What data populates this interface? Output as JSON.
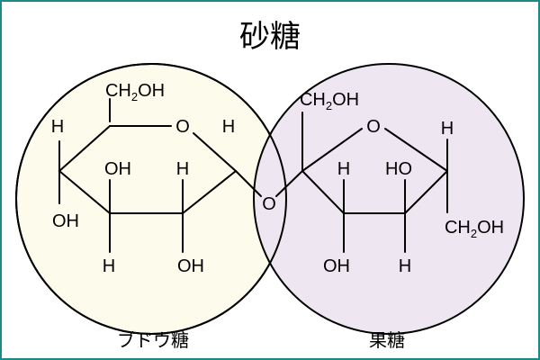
{
  "title": "砂糖",
  "glucose": {
    "name": "ブドウ糖",
    "fill": "#fdfbeb",
    "ch2oh": {
      "pre": "CH",
      "sub": "2",
      "post": "OH"
    },
    "ring_o": "O",
    "c1_h": "H",
    "c4_h": "H",
    "c4_oh": "OH",
    "c3_oh": "OH",
    "c3_h": "H",
    "c2_h": "H",
    "c2_oh": "OH"
  },
  "glycosidic_o": "O",
  "fructose": {
    "name": "果糖",
    "fill": "#eee6f0",
    "ch2oh_top": {
      "pre": "CH",
      "sub": "2",
      "post": "OH"
    },
    "ring_o": "O",
    "c3_h": "H",
    "c3_oh": "OH",
    "c4_ho": "HO",
    "c4_h": "H",
    "c5_h": "H",
    "ch2oh_bottom": {
      "pre": "CH",
      "sub": "2",
      "post": "OH"
    }
  },
  "colors": {
    "border": "#1a8a86"
  }
}
